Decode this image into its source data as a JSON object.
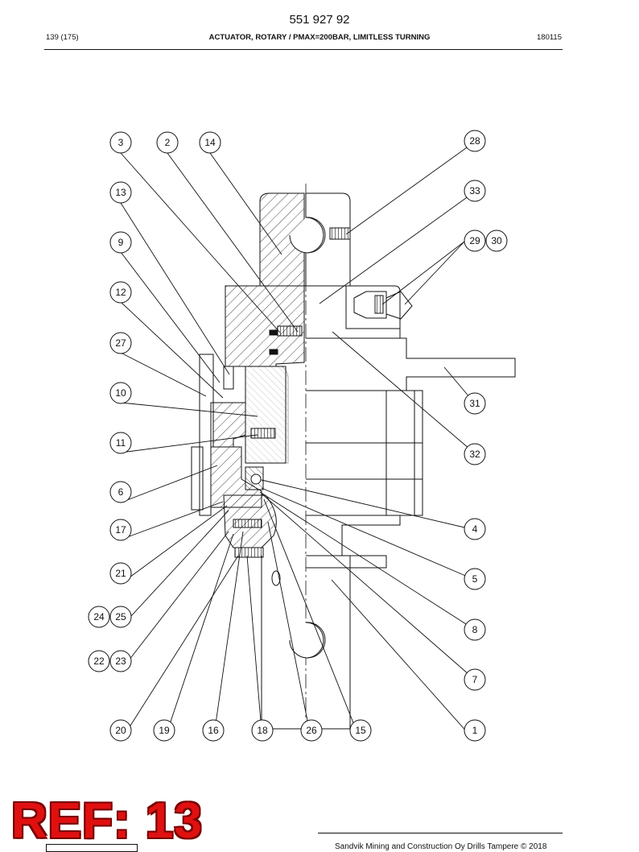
{
  "header": {
    "doc_number": "551 927 92",
    "page": "139 (175)",
    "title": "ACTUATOR, ROTARY / PMAX=200BAR, LIMITLESS TURNING",
    "date_code": "180115"
  },
  "callouts": [
    "3",
    "2",
    "14",
    "13",
    "9",
    "12",
    "27",
    "10",
    "11",
    "6",
    "17",
    "21",
    "24",
    "25",
    "22",
    "23",
    "20",
    "19",
    "16",
    "18",
    "26",
    "15",
    "1",
    "7",
    "8",
    "5",
    "4",
    "32",
    "31",
    "29",
    "30",
    "33",
    "28"
  ],
  "watermark": "REF: 13",
  "footer": {
    "copyright": "Sandvik Mining and Construction Oy Drills Tampere © 2018"
  }
}
